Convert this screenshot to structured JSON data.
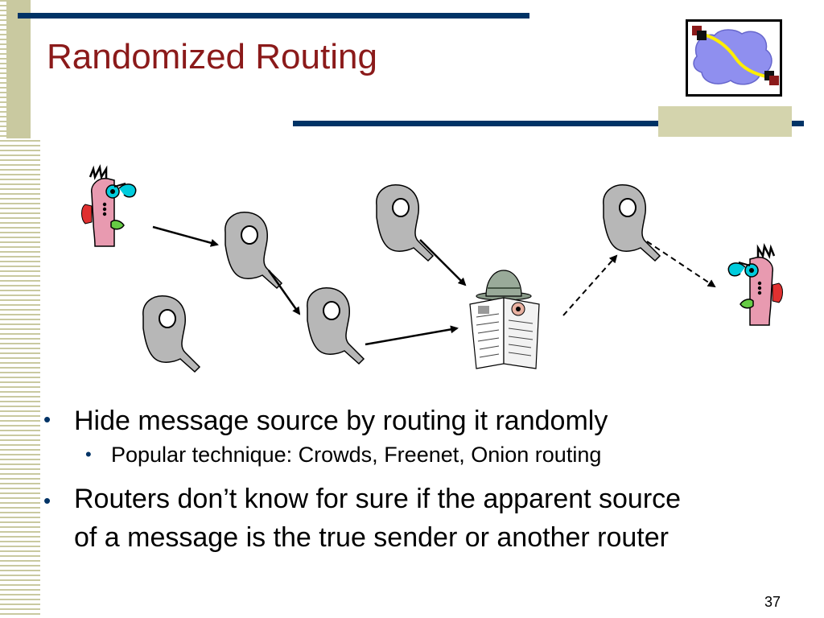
{
  "slide": {
    "title": "Randomized Routing",
    "page_number": "37",
    "bullets": [
      {
        "level": 1,
        "text": "Hide message source by routing it randomly"
      },
      {
        "level": 2,
        "text": "Popular technique: Crowds, Freenet, Onion routing"
      },
      {
        "level": 1,
        "lines": [
          "Routers don’t know for sure if the apparent source",
          "of a message is the true sender or another router"
        ]
      }
    ]
  },
  "colors": {
    "title": "#8b1a1a",
    "rule": "#003366",
    "router_fill": "#b7b7b7",
    "sender_pink": "#e89ab0",
    "cloud": "#8f8fef",
    "path": "#ffee00"
  },
  "icons": [
    "network-cloud-logo",
    "sender-face-icon",
    "router-mask-icon",
    "eavesdropper-newspaper-icon",
    "receiver-face-icon"
  ]
}
